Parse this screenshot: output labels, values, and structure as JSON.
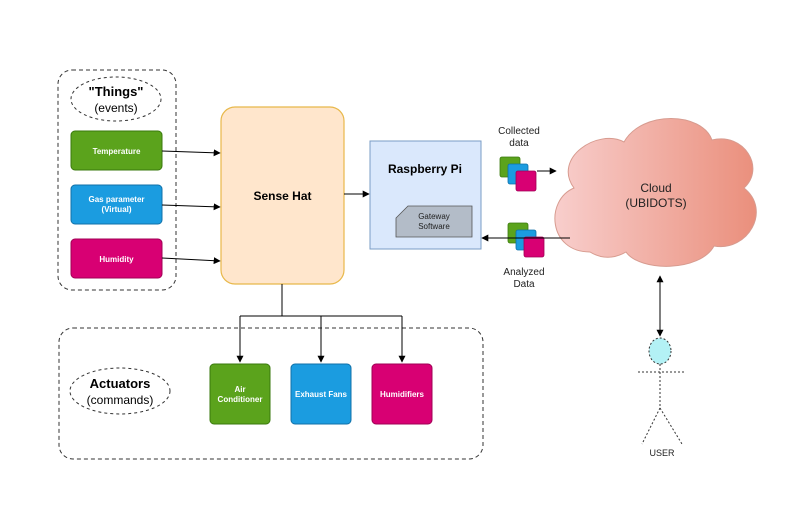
{
  "things": {
    "title": "\"Things\"",
    "subtitle": "(events)",
    "items": [
      {
        "line1": "Temperature",
        "line2": "",
        "color": "#5ba31c"
      },
      {
        "line1": "Gas parameter",
        "line2": "(Virtual)",
        "color": "#1b9ce0"
      },
      {
        "line1": "Humidity",
        "line2": "",
        "color": "#d80073"
      }
    ]
  },
  "sense_hat": {
    "label": "Sense Hat",
    "fill": "#ffe6cc",
    "stroke": "#e8b84a"
  },
  "raspberry_pi": {
    "label": "Raspberry Pi",
    "fill": "#dae8fc",
    "stroke": "#7a9cc6"
  },
  "gateway": {
    "line1": "Gateway",
    "line2": "Software"
  },
  "collected": {
    "line1": "Collected",
    "line2": "data"
  },
  "analyzed": {
    "line1": "Analyzed",
    "line2": "Data"
  },
  "cloud": {
    "line1": "Cloud",
    "line2": "(UBIDOTS)"
  },
  "user": {
    "label": "USER"
  },
  "actuators": {
    "title": "Actuators",
    "subtitle": "(commands)",
    "items": [
      {
        "line1": "Air",
        "line2": "Conditioner",
        "color": "#5ba31c"
      },
      {
        "line1": "Exhaust Fans",
        "line2": "",
        "color": "#1b9ce0"
      },
      {
        "line1": "Humidifiers",
        "line2": "",
        "color": "#d80073"
      }
    ]
  }
}
